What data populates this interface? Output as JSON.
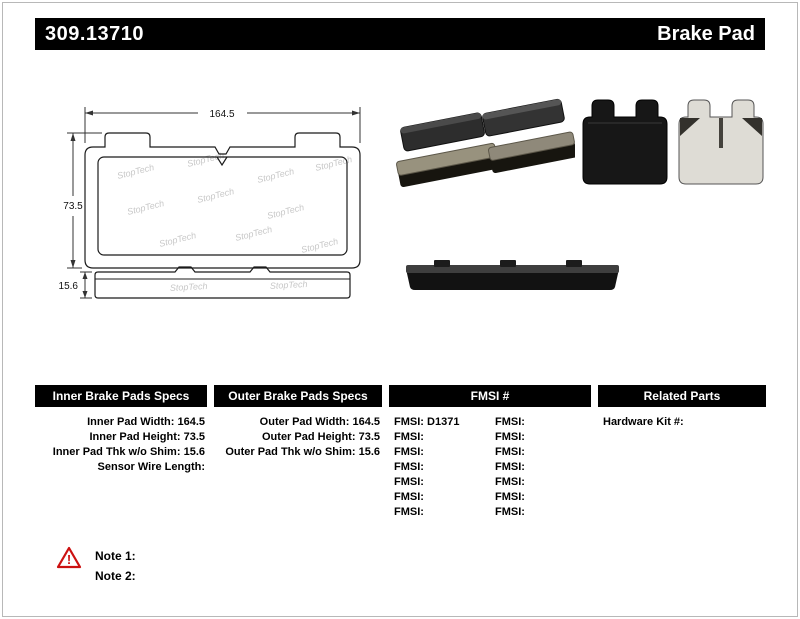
{
  "header": {
    "part_number": "309.13710",
    "product_name": "Brake Pad"
  },
  "drawing": {
    "watermark": "StopTech",
    "dims": {
      "pad_width": "164.5",
      "pad_height": "73.5",
      "pad_thickness": "15.6"
    }
  },
  "tables": {
    "inner": {
      "title": "Inner Brake Pads Specs",
      "rows": [
        {
          "label": "Inner Pad Width:",
          "value": "164.5"
        },
        {
          "label": "Inner Pad Height:",
          "value": "73.5"
        },
        {
          "label": "Inner Pad Thk w/o Shim:",
          "value": "15.6"
        },
        {
          "label": "Sensor Wire Length:",
          "value": ""
        }
      ]
    },
    "outer": {
      "title": "Outer Brake Pads Specs",
      "rows": [
        {
          "label": "Outer Pad Width:",
          "value": "164.5"
        },
        {
          "label": "Outer Pad Height:",
          "value": "73.5"
        },
        {
          "label": "Outer Pad Thk w/o Shim:",
          "value": "15.6"
        }
      ]
    },
    "fmsi": {
      "title": "FMSI #",
      "rows": [
        {
          "left_label": "FMSI:",
          "left_value": "D1371",
          "right_label": "FMSI:",
          "right_value": ""
        },
        {
          "left_label": "FMSI:",
          "left_value": "",
          "right_label": "FMSI:",
          "right_value": ""
        },
        {
          "left_label": "FMSI:",
          "left_value": "",
          "right_label": "FMSI:",
          "right_value": ""
        },
        {
          "left_label": "FMSI:",
          "left_value": "",
          "right_label": "FMSI:",
          "right_value": ""
        },
        {
          "left_label": "FMSI:",
          "left_value": "",
          "right_label": "FMSI:",
          "right_value": ""
        },
        {
          "left_label": "FMSI:",
          "left_value": "",
          "right_label": "FMSI:",
          "right_value": ""
        },
        {
          "left_label": "FMSI:",
          "left_value": "",
          "right_label": "FMSI:",
          "right_value": ""
        }
      ]
    },
    "related": {
      "title": "Related Parts",
      "rows": [
        {
          "label": "Hardware Kit #:",
          "value": ""
        }
      ]
    }
  },
  "notes": {
    "warning_glyph": "!",
    "note1": "Note 1:",
    "note2": "Note 2:"
  },
  "colors": {
    "header_bg": "#000000",
    "table_header_bg": "#000000",
    "warning_red": "#cc1111",
    "watermark_gray": "#c8c8c8"
  }
}
